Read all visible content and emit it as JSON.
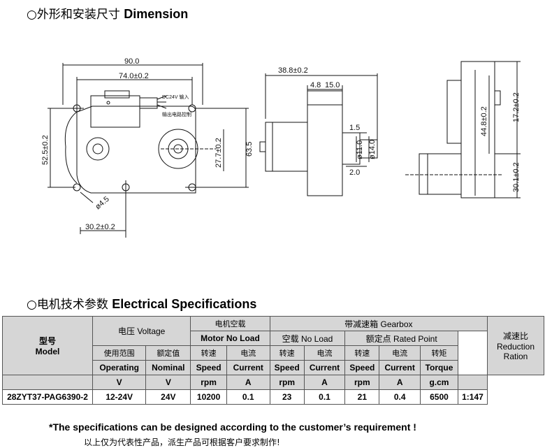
{
  "dimension_section": {
    "bullet": "○",
    "title_cn": "外形和安装尺寸",
    "title_en": "Dimension"
  },
  "drawing_labels": {
    "front_width_overall": "90.0",
    "front_width_holes": "74.0±0.2",
    "connector_dc": "DC24V 输入",
    "connector_out": "输出电路控制",
    "left_height": "52.5±0.2",
    "right_height_inner": "27.7±0.2",
    "right_height_outer": "63.5",
    "hole_dia": "ø4.5",
    "bottom_offset": "30.2±0.2",
    "side_width": "38.8±0.2",
    "side_w1": "4.8",
    "side_w2": "15.0",
    "shaft_1": "1.5",
    "shaft_d1": "ø11.0",
    "shaft_d2": "ø14.0",
    "shaft_2": "2.0",
    "end_h1": "17.2±0.2",
    "end_h2": "44.8±0.2",
    "end_h3": "30.1±0.2"
  },
  "spec_section": {
    "bullet": "○",
    "title_cn": "电机技术参数",
    "title_en": "Electrical Specifications"
  },
  "table": {
    "model_cn": "型号",
    "model_en": "Model",
    "voltage_cn": "电压",
    "voltage_en": "Voltage",
    "motor_cn": "电机空载",
    "motor_en": "Motor No Load",
    "gearbox_cn": "带减速箱",
    "gearbox_en": "Gearbox",
    "noload_cn": "空载",
    "noload_en": "No Load",
    "rated_cn": "额定点",
    "rated_en": "Rated Point",
    "reduction_cn": "减速比",
    "reduction_en1": "Reduction",
    "reduction_en2": "Ration",
    "operating_cn": "使用范围",
    "operating_en": "Operating",
    "nominal_cn": "额定值",
    "nominal_en": "Nominal",
    "speed_cn": "转速",
    "speed_en": "Speed",
    "current_cn": "电流",
    "current_en": "Current",
    "torque_cn": "转矩",
    "torque_en": "Torque",
    "units": [
      "V",
      "V",
      "rpm",
      "A",
      "rpm",
      "A",
      "rpm",
      "A",
      "g.cm"
    ],
    "row": {
      "model": "28ZYT37-PAG6390-2",
      "operating": "12-24V",
      "nominal": "24V",
      "motor_speed": "10200",
      "motor_current": "0.1",
      "noload_speed": "23",
      "noload_current": "0.1",
      "rated_speed": "21",
      "rated_current": "0.4",
      "rated_torque": "6500",
      "reduction": "1:147"
    }
  },
  "note": "*The specifications can be designed according to the customer’s requirement !",
  "note_cn": "以上仅为代表性产品，派生产品可根据客户要求制作!"
}
